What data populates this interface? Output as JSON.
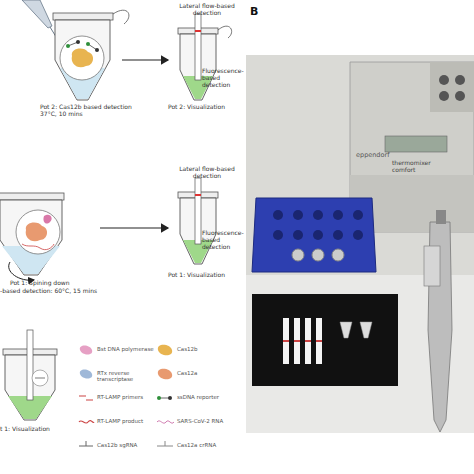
{
  "diagram": {
    "labels": [
      "B",
      "Lateral flow-based detection",
      "Fluorescence-based detection",
      "Pot 2: Cas12b based detection 37°C, 10 mins",
      "Pot 2: Visualization",
      "Lateral flow-based detection",
      "Fluorescence-based detection",
      "Pot 1: Spining down",
      "-based detection: 60°C, 15 mins",
      "Pot 1: Visualization",
      "t 1: Visualization",
      "eppendorf",
      "thermomixer comfort"
    ],
    "legend": [
      {
        "text": "Bst DNA polymerase"
      },
      {
        "text": "Cas12b"
      },
      {
        "text": "RTx reverse transcriptase"
      },
      {
        "text": "Cas12a"
      },
      {
        "text": "RT-LAMP primers"
      },
      {
        "text": "ssDNA reporter"
      },
      {
        "text": "RT-LAMP product"
      },
      {
        "text": "SARS-CoV-2 RNA"
      },
      {
        "text": "Cas12b sgRNA"
      },
      {
        "text": "Cas12a crRNA"
      }
    ]
  }
}
